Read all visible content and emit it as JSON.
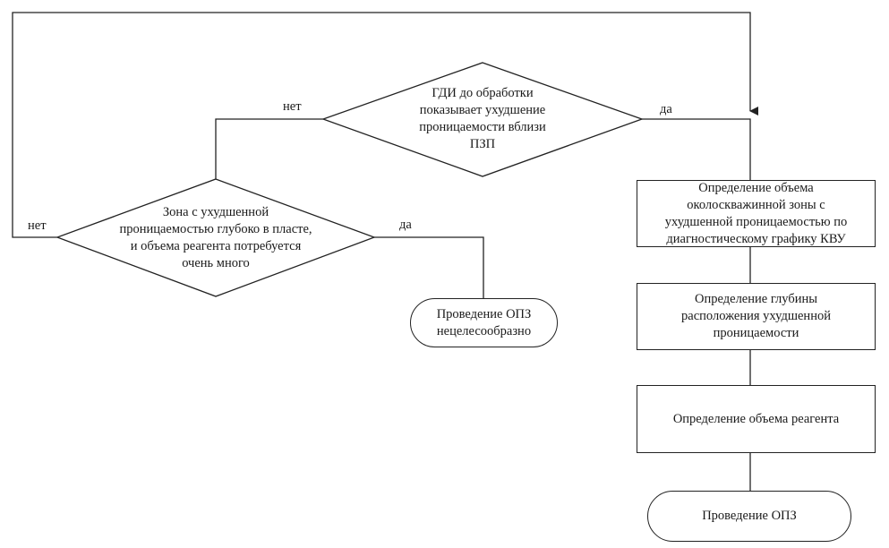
{
  "diagram": {
    "decision_top": {
      "text": "ГДИ до обработки\nпоказывает ухудшение\nпроницаемости вблизи\nПЗП",
      "no_label": "нет",
      "yes_label": "да"
    },
    "decision_left": {
      "text": "Зона с ухудшенной\nпроницаемостью глубоко в пласте,\nи объема реагента потребуется\nочень много",
      "no_label": "нет",
      "yes_label": "да"
    },
    "terminal_left": "Проведение ОПЗ\nнецелесообразно",
    "step_1": "Определение объема\nоколоскважинной зоны с\nухудшенной проницаемостью по\nдиагностическому графику КВУ",
    "step_2": "Определение глубины\nрасположения ухудшенной\nпроницаемости",
    "step_3": "Определение объема реагента",
    "terminal_end": "Проведение ОПЗ"
  }
}
